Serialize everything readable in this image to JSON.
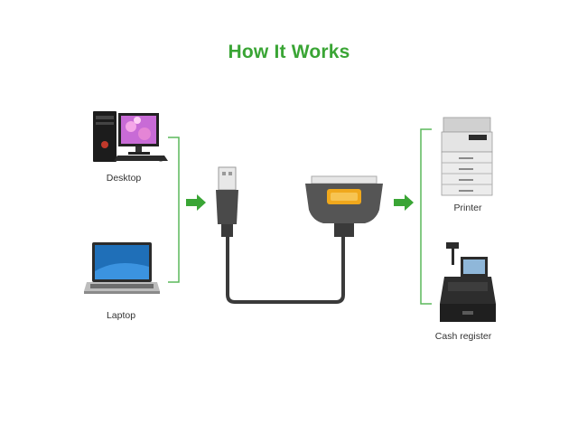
{
  "title": "How It Works",
  "inputs": [
    {
      "label": "Desktop",
      "icon": "desktop-computer-icon"
    },
    {
      "label": "Laptop",
      "icon": "laptop-icon"
    }
  ],
  "outputs": [
    {
      "label": "Printer",
      "icon": "printer-icon"
    },
    {
      "label": "Cash register",
      "icon": "cash-register-icon"
    }
  ],
  "center": {
    "icon": "usb-to-parallel-cable-icon"
  },
  "colors": {
    "accent": "#3aa535",
    "bracket": "#5cb85c",
    "cable": "#3a3a3a",
    "connector_yellow": "#f0a81c",
    "label": "#333333"
  }
}
